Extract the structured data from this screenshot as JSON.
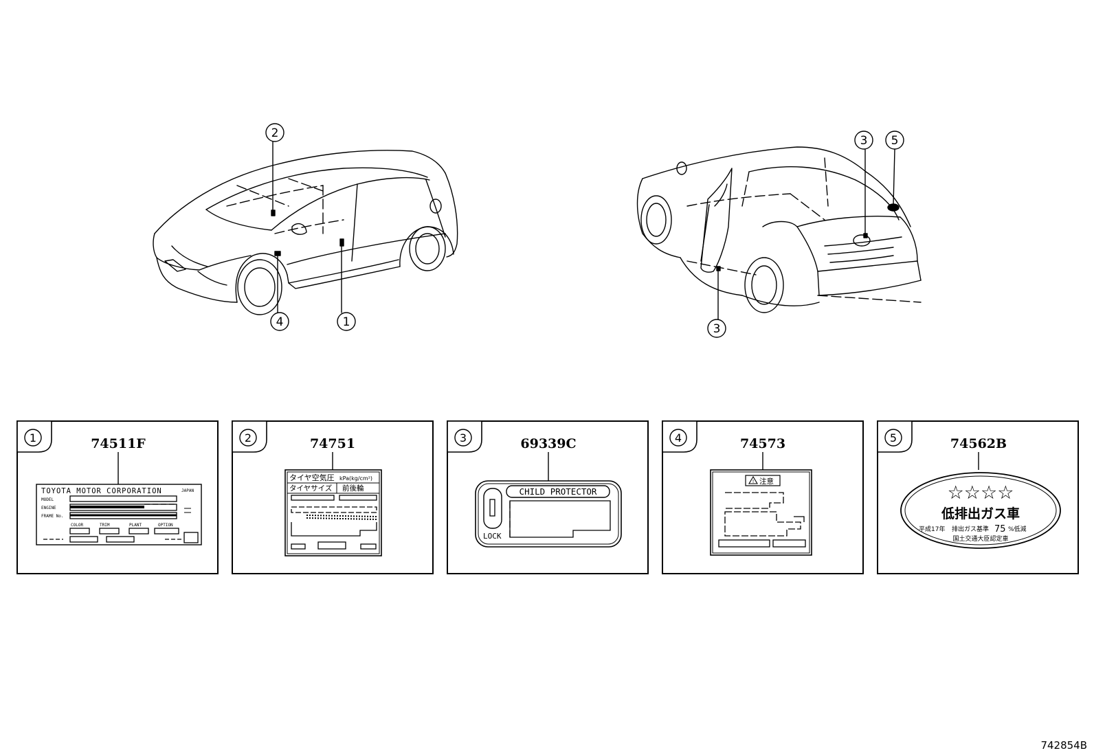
{
  "callouts": [
    "1",
    "2",
    "3",
    "4",
    "5"
  ],
  "panels": [
    {
      "num": "1",
      "part": "74511F"
    },
    {
      "num": "2",
      "part": "74751"
    },
    {
      "num": "3",
      "part": "69339C"
    },
    {
      "num": "4",
      "part": "74573"
    },
    {
      "num": "5",
      "part": "74562B"
    }
  ],
  "label1": {
    "maker": "TOYOTA MOTOR CORPORATION",
    "country": "JAPAN",
    "model": "MODEL",
    "engine": "ENGINE",
    "frame": "FRAME No.",
    "color": "COLOR",
    "trim": "TRIM",
    "plant": "PLANT",
    "option": "OPTION"
  },
  "label2": {
    "title": "タイヤ空気圧",
    "unit": "kPa(kg/cm²)",
    "size": "タイヤサイズ",
    "pos": "前後輪"
  },
  "label3": {
    "title": "CHILD PROTECTOR",
    "lock": "LOCK"
  },
  "label4": {
    "caution": "注意"
  },
  "label5": {
    "stars": "☆☆☆☆",
    "title": "低排出ガス車",
    "line1_a": "平成17年",
    "line1_b": "排出ガス基準",
    "line1_c": "75",
    "line1_d": "%低減",
    "line2": "国土交通大臣認定車"
  },
  "diagram_id": "742854B"
}
